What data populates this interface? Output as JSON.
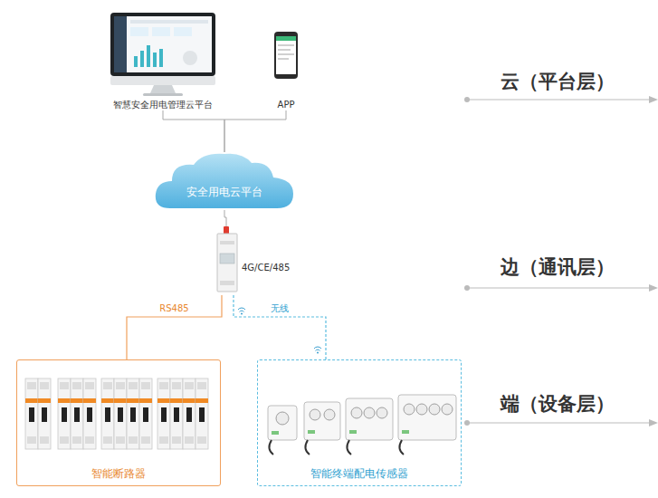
{
  "diagram": {
    "nodes": [
      {
        "text": [
          "智慧安全用电管理云平台"
        ]
      },
      {
        "text": [
          "APP"
        ]
      },
      {
        "text": [
          "安全用电云平台"
        ]
      },
      {
        "text": [
          "4G/CE/485"
        ]
      },
      {
        "text": [
          "智能断路器"
        ]
      },
      {
        "text": [
          "智能终端配电传感器"
        ]
      }
    ],
    "edges": [
      {
        "from": 0,
        "to": 2,
        "arrow": "none"
      },
      {
        "from": 1,
        "to": 2,
        "arrow": "none"
      },
      {
        "from": 2,
        "to": 3,
        "arrow": "none"
      },
      {
        "from": 3,
        "to": 4,
        "arrow": "none",
        "label": "RS485"
      },
      {
        "from": 3,
        "to": 5,
        "arrow": "none",
        "label": "无线"
      }
    ],
    "labels": [
      "云（平台层）",
      "边（通讯层）",
      "端（设备层）"
    ]
  }
}
